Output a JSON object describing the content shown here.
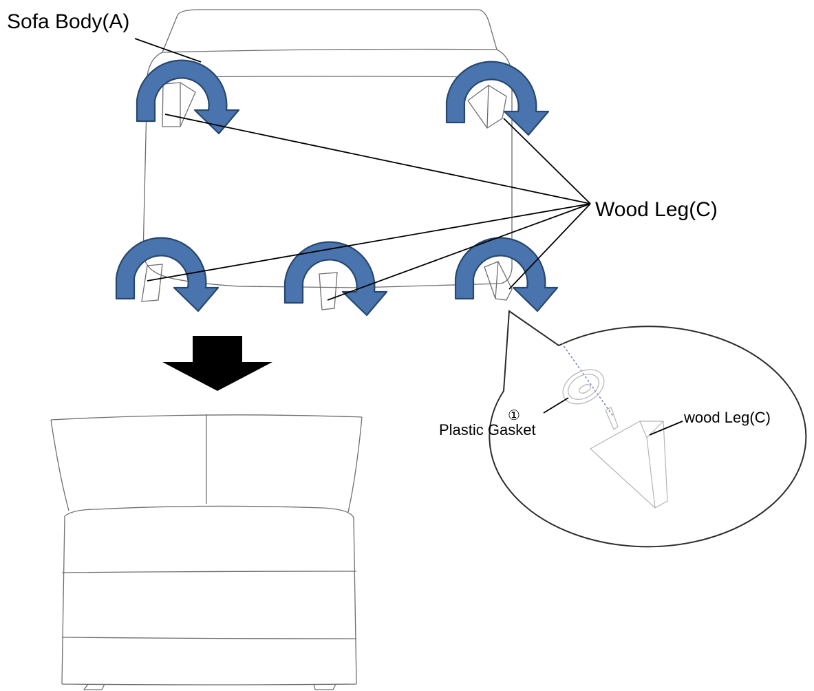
{
  "labels": {
    "sofa_body": "Sofa Body(A)",
    "wood_leg": "Wood Leg(C)",
    "detail_wood_leg": "wood Leg(C)",
    "plastic_gasket": "Plastic Gasket",
    "callout_number": "①"
  },
  "colors": {
    "rotation_arrow_fill": "#4a74ad",
    "rotation_arrow_stroke": "#27476f",
    "down_arrow": "#000000",
    "line_art": "#6e6e6e"
  },
  "icons": {
    "rotation": "clockwise-rotate-arrow",
    "step": "down-arrow"
  }
}
